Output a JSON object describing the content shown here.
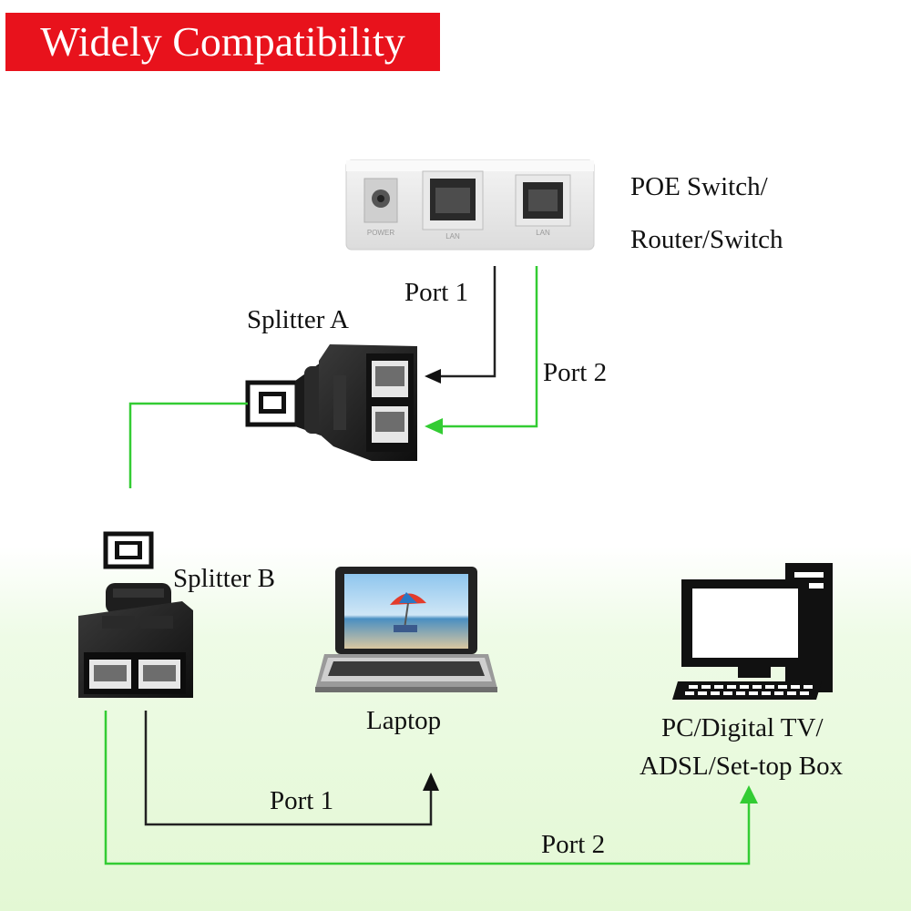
{
  "title": "Widely Compatibility",
  "colors": {
    "title_background": "#e8121c",
    "title_text": "#ffffff",
    "port1_line": "#222222",
    "port2_line": "#33cc33"
  },
  "devices": {
    "router": {
      "label_line1": "POE Switch/",
      "label_line2": "Router/Switch"
    },
    "splitter_a": {
      "label": "Splitter A"
    },
    "splitter_b": {
      "label": "Splitter B"
    },
    "laptop": {
      "label": "Laptop"
    },
    "pc": {
      "label_line1": "PC/Digital TV/",
      "label_line2": "ADSL/Set-top Box"
    }
  },
  "connections": {
    "top_port1": "Port 1",
    "top_port2": "Port 2",
    "bottom_port1": "Port 1",
    "bottom_port2": "Port 2"
  },
  "icons": [
    "router-icon",
    "rj45-port-icon",
    "splitter-icon",
    "laptop-icon",
    "desktop-computer-icon",
    "arrow-icon"
  ]
}
